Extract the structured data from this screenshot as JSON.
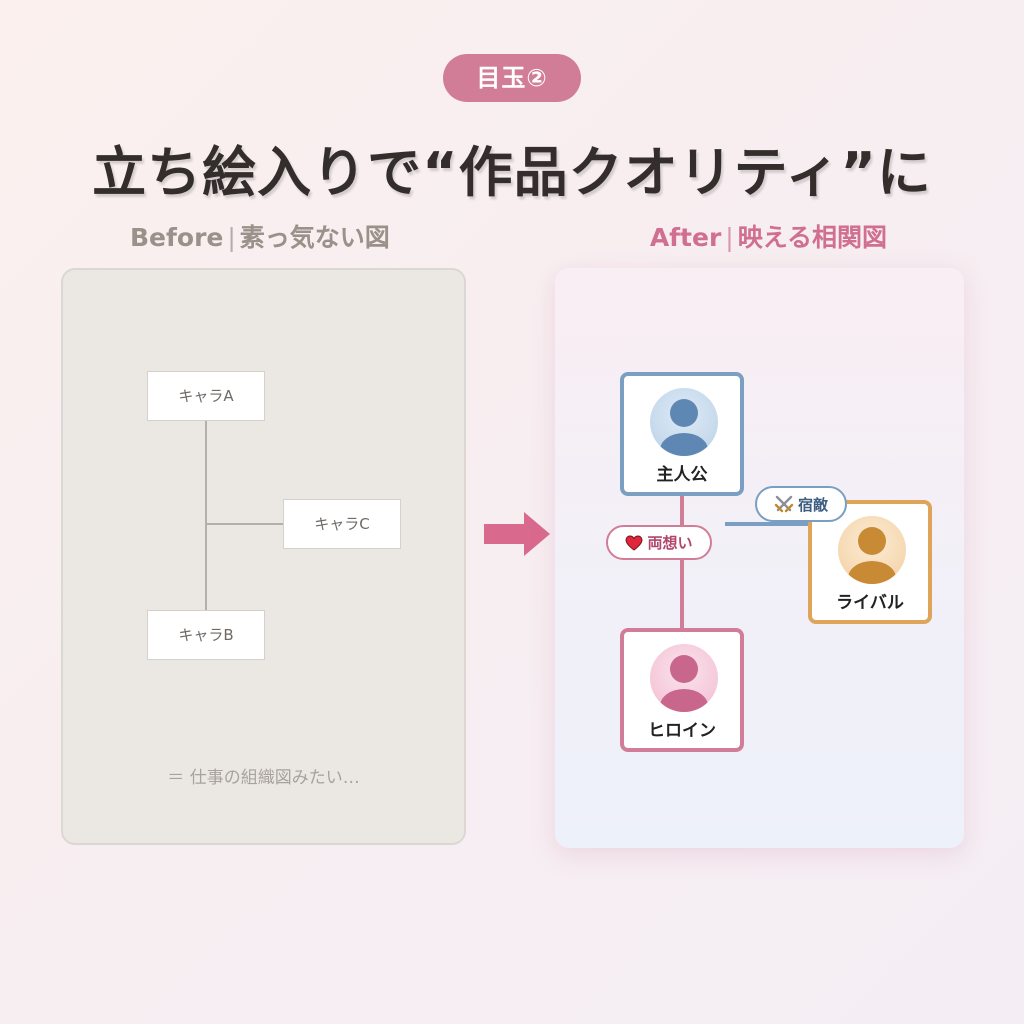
{
  "badge": "目玉②",
  "title": "立ち絵入りで“作品クオリティ”に",
  "before": {
    "label": "Before",
    "separator": "|",
    "subtitle": "素っ気ない図",
    "boxes": [
      "キャラA",
      "キャラC",
      "キャラB"
    ],
    "caption": "＝ 仕事の組織図みたい…"
  },
  "after": {
    "label": "After",
    "separator": "|",
    "subtitle": "映える相関図",
    "characters": {
      "hero": "主人公",
      "heroine": "ヒロイン",
      "rival": "ライバル"
    },
    "relations": {
      "love": "両想い",
      "rival": "宿敵"
    }
  },
  "colors": {
    "accent_pink": "#d27d98",
    "hero_blue": "#7a9fc2",
    "heroine_pink": "#d27d98",
    "rival_orange": "#dda45a"
  }
}
